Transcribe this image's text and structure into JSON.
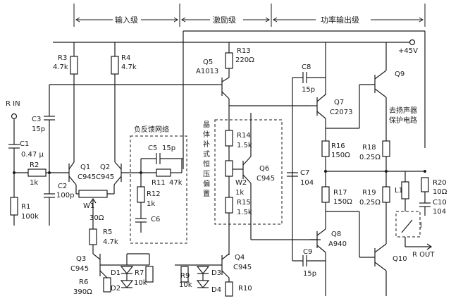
{
  "sections": {
    "input": "输入级",
    "driver": "激励级",
    "output": "功率输出级"
  },
  "supply": "+45V",
  "input_label": "R IN",
  "output_label": "R OUT",
  "feedback_label": "负反馈网络",
  "bias_label": [
    "晶",
    "体",
    "补",
    "式",
    "恒",
    "压",
    "偏",
    "置"
  ],
  "speaker_protect": [
    "去扬声器",
    "保护电路"
  ],
  "parts": {
    "R1": [
      "R1",
      "100k"
    ],
    "R2": [
      "R2",
      "1k"
    ],
    "R3": [
      "R3",
      "4.7k"
    ],
    "R4": [
      "R4",
      "4.7k"
    ],
    "R5": [
      "R5",
      "4.7k"
    ],
    "R6": [
      "R6",
      "390Ω"
    ],
    "R7": [
      "R7",
      "10k"
    ],
    "R9": [
      "R9",
      "10k"
    ],
    "R10": [
      "R10",
      ""
    ],
    "R11": [
      "R11",
      "47k"
    ],
    "R12": [
      "R12",
      "1k"
    ],
    "R13": [
      "R13",
      "220Ω"
    ],
    "R14": [
      "R14",
      "1.5k"
    ],
    "R15": [
      "R15",
      "1.5k"
    ],
    "R16": [
      "R16",
      "150Ω"
    ],
    "R17": [
      "R17",
      "150Ω"
    ],
    "R18": [
      "R18",
      "0.25Ω"
    ],
    "R19": [
      "R19",
      "0.25Ω"
    ],
    "R20": [
      "R20",
      "10Ω"
    ],
    "C1": [
      "C1",
      "0.47 μ"
    ],
    "C2": [
      "C2",
      "100p"
    ],
    "C3": [
      "C3",
      "15p"
    ],
    "C5": [
      "C5",
      "15p"
    ],
    "C6": [
      "C6",
      ""
    ],
    "C7": [
      "C7",
      "104"
    ],
    "C8": [
      "C8",
      "15p"
    ],
    "C9": [
      "C9",
      "15p"
    ],
    "C10": [
      "C10",
      "104"
    ],
    "Q1": [
      "Q1",
      "C945"
    ],
    "Q2": [
      "Q2",
      "C945"
    ],
    "Q3": [
      "Q3",
      "C945"
    ],
    "Q4": [
      "Q4",
      "C945"
    ],
    "Q5": [
      "Q5",
      "A1013"
    ],
    "Q6": [
      "Q6",
      "C945"
    ],
    "Q7": [
      "Q7",
      "C2073"
    ],
    "Q8": [
      "Q8",
      "A940"
    ],
    "Q9": [
      "Q9",
      ""
    ],
    "Q10": [
      "Q10",
      ""
    ],
    "W1": [
      "W1",
      "30Ω"
    ],
    "W2": [
      "W2",
      "1k"
    ],
    "D1": "D1",
    "D2": "D2",
    "D3": "D3",
    "D4": "D4",
    "L1": "L1",
    "J": "J"
  }
}
